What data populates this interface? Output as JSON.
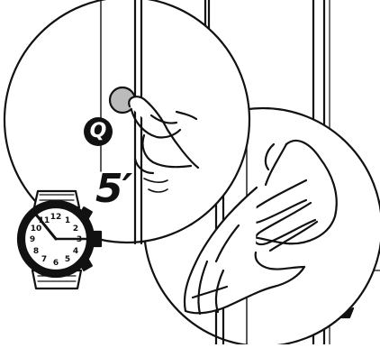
{
  "illustration": {
    "step_badge_letter": "Q",
    "duration_label": "5′",
    "icons": [
      "knob-icon",
      "hand-pressing-icon",
      "hand-wiping-icon",
      "cloth-icon",
      "wristwatch-icon",
      "arrow-icon"
    ]
  },
  "watch": {
    "dial_numbers": [
      "12",
      "1",
      "2",
      "3",
      "4",
      "5",
      "6",
      "7",
      "8",
      "9",
      "10",
      "11"
    ]
  },
  "colors": {
    "ink": "#111111",
    "paper": "#ffffff"
  }
}
